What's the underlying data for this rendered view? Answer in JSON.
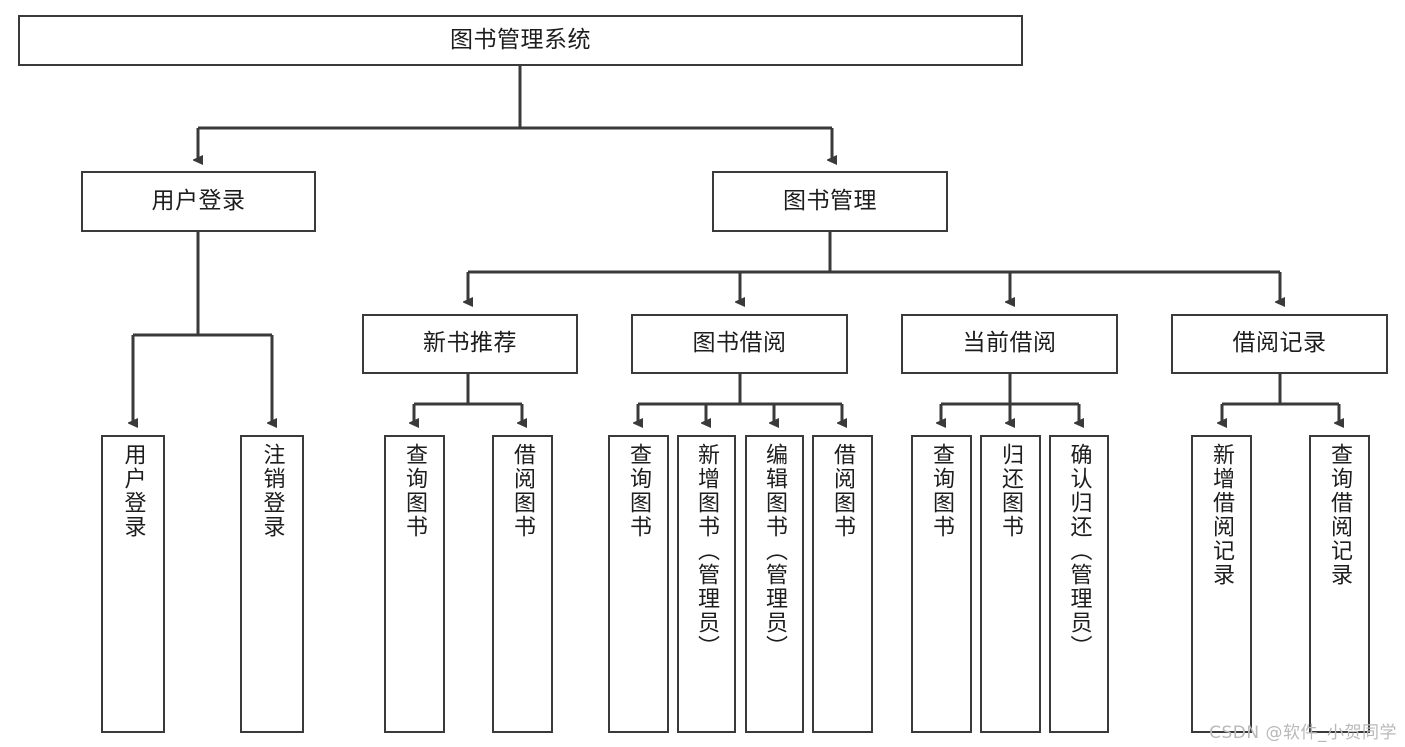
{
  "diagram": {
    "title": "图书管理系统",
    "root": {
      "label": "图书管理系统"
    },
    "level1": [
      {
        "label": "用户登录"
      },
      {
        "label": "图书管理"
      }
    ],
    "level2": [
      {
        "label": "新书推荐"
      },
      {
        "label": "图书借阅"
      },
      {
        "label": "当前借阅"
      },
      {
        "label": "借阅记录"
      }
    ],
    "leaves": {
      "user_login": [
        {
          "label": "用户登录"
        },
        {
          "label": "注销登录"
        }
      ],
      "new_book": [
        {
          "label": "查询图书"
        },
        {
          "label": "借阅图书"
        }
      ],
      "borrow_book": [
        {
          "label": "查询图书"
        },
        {
          "label": "新增图书（管理员）"
        },
        {
          "label": "编辑图书（管理员）"
        },
        {
          "label": "借阅图书"
        }
      ],
      "current_borrow": [
        {
          "label": "查询图书"
        },
        {
          "label": "归还图书"
        },
        {
          "label": "确认归还（管理员）"
        }
      ],
      "borrow_record": [
        {
          "label": "新增借阅记录"
        },
        {
          "label": "查询借阅记录"
        }
      ]
    }
  },
  "watermark": {
    "text": "CSDN @软件_小贺同学"
  },
  "colors": {
    "stroke": "#3a3a3a",
    "background": "#ffffff",
    "text": "#1d1d1d",
    "watermark": "#b9b9b9"
  }
}
